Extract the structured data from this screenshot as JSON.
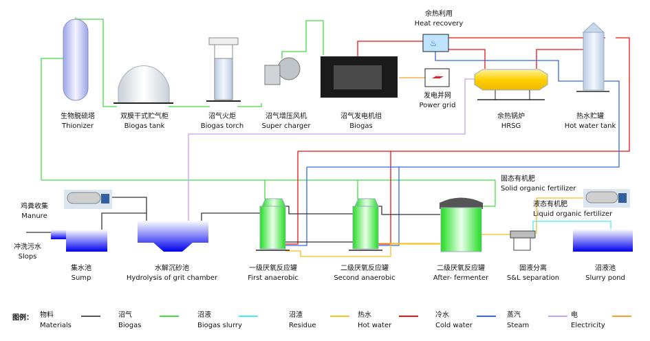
{
  "equipment": {
    "thionizer": {
      "cn": "生物脱硫塔",
      "en": "Thionizer"
    },
    "biogas_tank": {
      "cn": "双膜干式贮气柜",
      "en": "Biogas tank"
    },
    "biogas_torch": {
      "cn": "沼气火炬",
      "en": "Biogas torch"
    },
    "super_charger": {
      "cn": "沼气增压风机",
      "en": "Super charger"
    },
    "generator": {
      "cn": "沼气发电机组",
      "en": "Biogas"
    },
    "heat_recovery": {
      "cn": "余热利用",
      "en": "Heat recovery"
    },
    "power_grid": {
      "cn": "发电并网",
      "en": "Power grid"
    },
    "hrsg": {
      "cn": "余热锅炉",
      "en": "HRSG"
    },
    "hot_water_tank": {
      "cn": "热水贮罐",
      "en": "Hot water tank"
    },
    "sump": {
      "cn": "集水池",
      "en": "Sump"
    },
    "hydrolysis": {
      "cn": "水解沉砂池",
      "en": "Hydrolysis of grit chamber"
    },
    "first_anaerobic": {
      "cn": "一级厌氧反应罐",
      "en": "First anaerobic"
    },
    "second_anaerobic": {
      "cn": "二级厌氧反应罐",
      "en": "Second anaerobic"
    },
    "after_fermenter": {
      "cn": "二级厌氧反应罐",
      "en": "After- fermenter"
    },
    "separation": {
      "cn": "固液分离",
      "en": "S&L separation"
    },
    "slurry_pond": {
      "cn": "沼液池",
      "en": "Slurry pond"
    }
  },
  "inputs": {
    "manure": {
      "cn": "鸡粪收集",
      "en": "Manure"
    },
    "slops": {
      "cn": "冲洗污水",
      "en": "Slops"
    }
  },
  "outputs": {
    "solid": {
      "cn": "固态有机肥",
      "en": "Solid organic fertilizer"
    },
    "liquid": {
      "cn": "液态有机肥",
      "en": "Liquid organic fertilizer"
    }
  },
  "legend": {
    "title": "图例：",
    "items": [
      {
        "cn": "物料",
        "en": "Materials",
        "color": "#555555"
      },
      {
        "cn": "沼气",
        "en": "Biogas",
        "color": "#44dd44"
      },
      {
        "cn": "沼液",
        "en": "Biogas slurry",
        "color": "#44eeee"
      },
      {
        "cn": "沼渣",
        "en": "Residue",
        "color": "#f5c020"
      },
      {
        "cn": "热水",
        "en": "Hot water",
        "color": "#ee1111"
      },
      {
        "cn": "冷水",
        "en": "Cold water",
        "color": "#3366ee"
      },
      {
        "cn": "蒸汽",
        "en": "Steam",
        "color": "#c7a0f0"
      },
      {
        "cn": "电",
        "en": "Electricity",
        "color": "#f5a030"
      }
    ]
  }
}
